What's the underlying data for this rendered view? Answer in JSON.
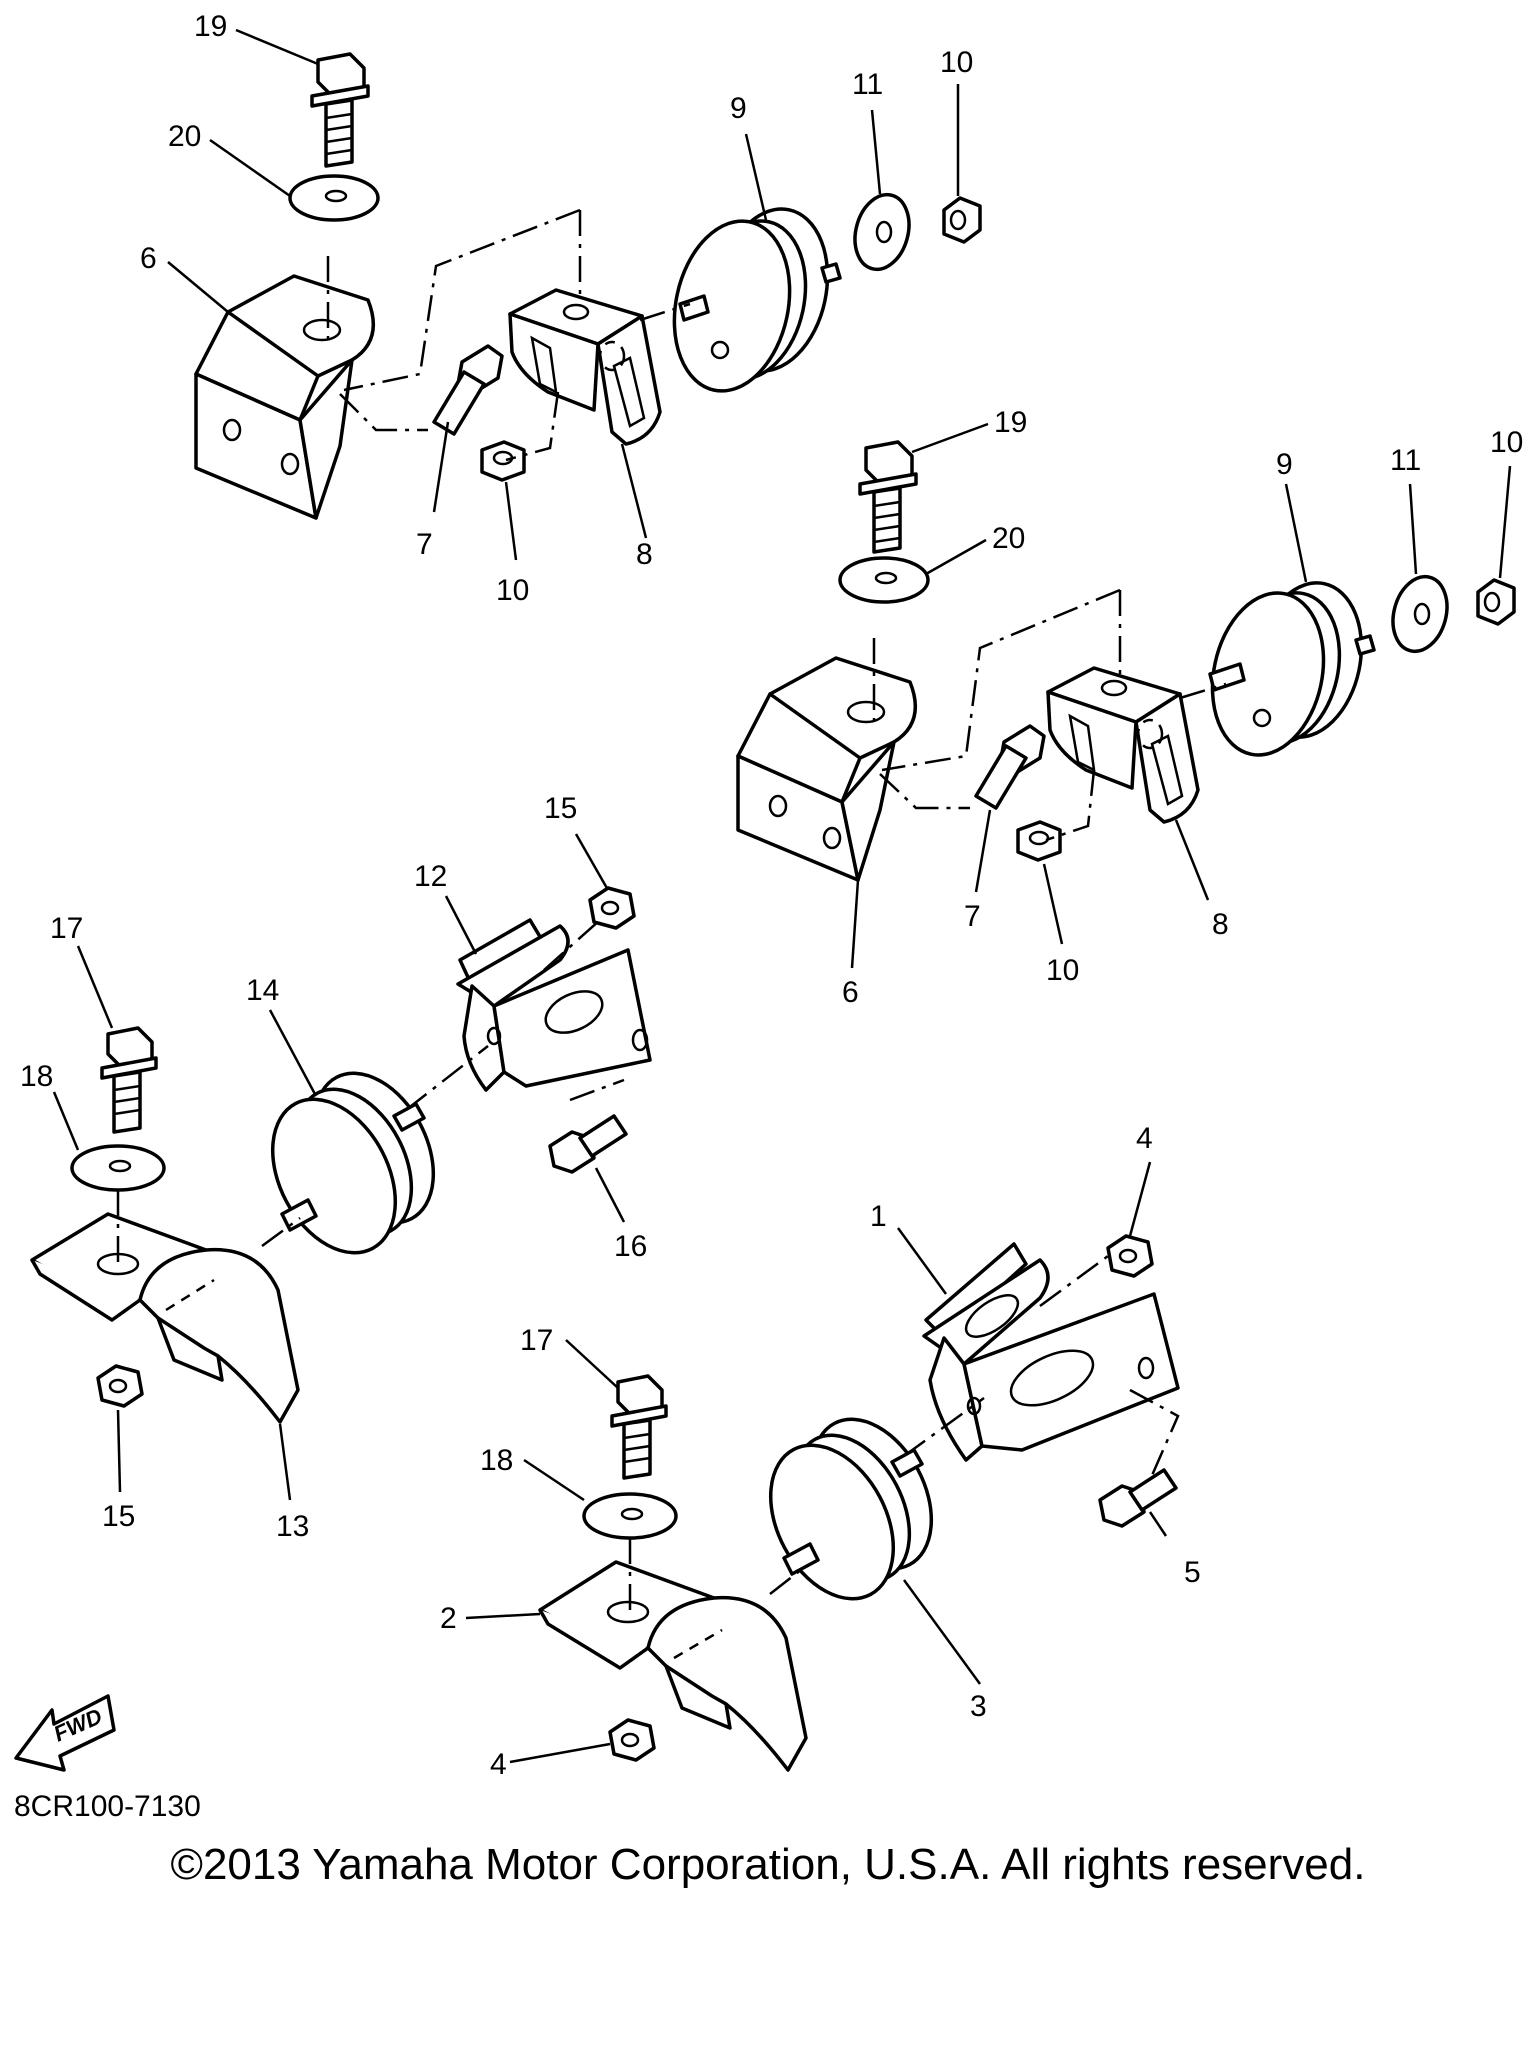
{
  "diagram": {
    "code": "8CR100-7130",
    "copyright": "©2013 Yamaha Motor Corporation, U.S.A. All rights reserved.",
    "fwd_label": "FWD",
    "callouts": {
      "c1": "1",
      "c2": "2",
      "c3": "3",
      "c4a": "4",
      "c4b": "4",
      "c5": "5",
      "c6a": "6",
      "c6b": "6",
      "c7a": "7",
      "c7b": "7",
      "c8a": "8",
      "c8b": "8",
      "c9a": "9",
      "c9b": "9",
      "c10a": "10",
      "c10b": "10",
      "c10c": "10",
      "c10d": "10",
      "c11a": "11",
      "c11b": "11",
      "c12": "12",
      "c13": "13",
      "c14": "14",
      "c15a": "15",
      "c15b": "15",
      "c16": "16",
      "c17a": "17",
      "c17b": "17",
      "c18a": "18",
      "c18b": "18",
      "c19a": "19",
      "c19b": "19",
      "c20a": "20",
      "c20b": "20"
    }
  }
}
